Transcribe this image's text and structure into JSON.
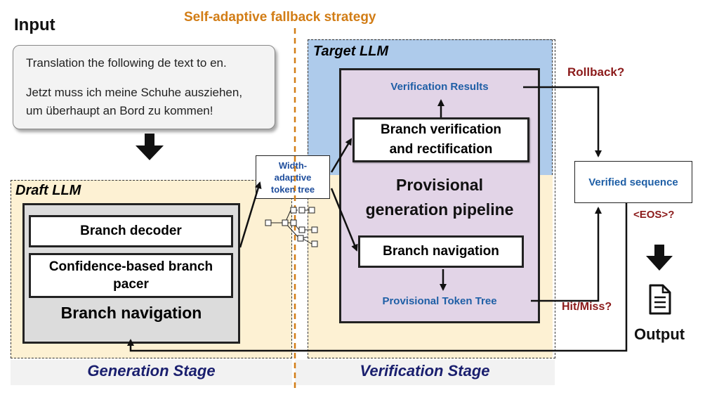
{
  "input": {
    "heading": "Input",
    "line1": "Translation the following de text to en.",
    "line2": "Jetzt muss ich meine Schuhe ausziehen,",
    "line3": "um überhaupt an Bord zu kommen!"
  },
  "strategy_title": "Self-adaptive fallback strategy",
  "draft": {
    "title": "Draft LLM",
    "branch_decoder": "Branch decoder",
    "pacer_line1": "Confidence-based branch",
    "pacer_line2": "pacer",
    "navigation_label": "Branch navigation"
  },
  "token_tree": {
    "line1": "Width-",
    "line2": "adaptive",
    "line3": "token tree"
  },
  "target": {
    "title": "Target LLM",
    "verification_results": "Verification Results",
    "branch_verification_line1": "Branch verification",
    "branch_verification_line2": "and rectification",
    "pipeline_line1": "Provisional",
    "pipeline_line2": "generation pipeline",
    "branch_navigation": "Branch navigation",
    "provisional_tree": "Provisional Token Tree"
  },
  "verified_sequence": "Verified sequence",
  "labels": {
    "rollback": "Rollback?",
    "eos": "<EOS>?",
    "hit_miss": "Hit/Miss?",
    "output": "Output"
  },
  "stages": {
    "generation": "Generation Stage",
    "verification": "Verification Stage"
  },
  "colors": {
    "draft_bg": "#fdf1d3",
    "target_bg": "#aecbeb",
    "pipeline_bg": "#e2d4e7",
    "accent_orange": "#d27d16",
    "label_red": "#8b1a1a",
    "label_blue": "#1f5fa6"
  }
}
